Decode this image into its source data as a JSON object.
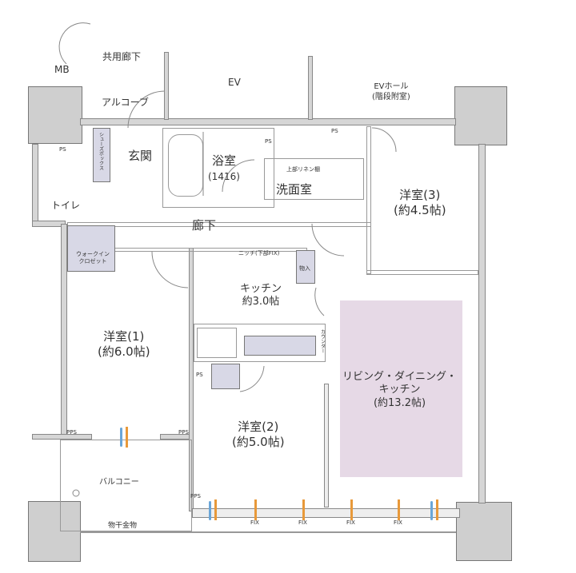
{
  "labels": {
    "common_corridor": "共用廊下",
    "mb": "MB",
    "ev": "EV",
    "ev_hall": "EVホール",
    "stair_annex": "(階段附室)",
    "alcove": "アルコーブ",
    "entrance": "玄関",
    "bath": "浴室",
    "bath_size": "(1416)",
    "washroom": "洗面室",
    "linen_shelf": "上部リネン棚",
    "toilet": "トイレ",
    "hallway": "廊下",
    "room3": "洋室(3)",
    "room3_size": "(約4.5帖)",
    "walk_in": "ウォークイン",
    "closet": "クロゼット",
    "niche": "ニッチ(下部FIX)",
    "storage": "物入",
    "kitchen": "キッチン",
    "kitchen_size": "約3.0帖",
    "counter": "カウンター",
    "room1": "洋室(1)",
    "room1_size": "(約6.0帖)",
    "room2": "洋室(2)",
    "room2_size": "(約5.0帖)",
    "ldk": "リビング・ダイニング・キッチン",
    "ldk_line1": "リビング・ダイニング・",
    "ldk_line2": "キッチン",
    "ldk_size": "(約13.2帖)",
    "balcony": "バルコニー",
    "laundry_rack": "物干金物",
    "ps": "PS",
    "pps": "PPS",
    "fix": "FIX",
    "shoe_box": "シューズボックス"
  },
  "colors": {
    "ldk": "#e6d9e6",
    "wall": "#d6d6d6",
    "pillar": "#cfcfcf",
    "fixture": "#d8d8e6"
  }
}
